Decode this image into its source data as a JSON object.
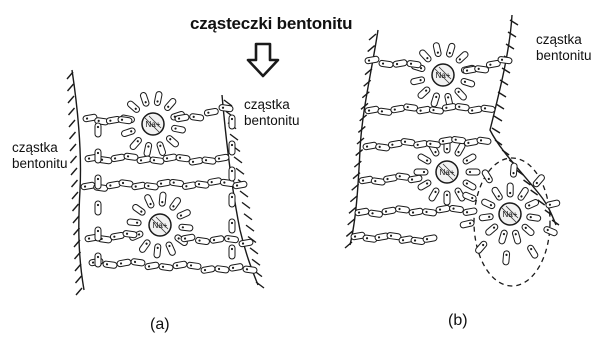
{
  "title": "cząsteczki bentonitu",
  "panels": [
    {
      "id": "a",
      "label": "(a)",
      "left_label": [
        "cząstka",
        "bentonitu"
      ],
      "right_label": [
        "cząstka",
        "bentonitu"
      ],
      "ions": [
        "Na+",
        "Na+"
      ]
    },
    {
      "id": "b",
      "label": "(b)",
      "right_label": [
        "cząstka",
        "bentonitu"
      ],
      "ions": [
        "Na+",
        "Na+",
        "Na+"
      ]
    }
  ],
  "colors": {
    "ink": "#1a1a1a",
    "background": "#ffffff"
  },
  "icons": [
    "arrow-down-icon"
  ]
}
